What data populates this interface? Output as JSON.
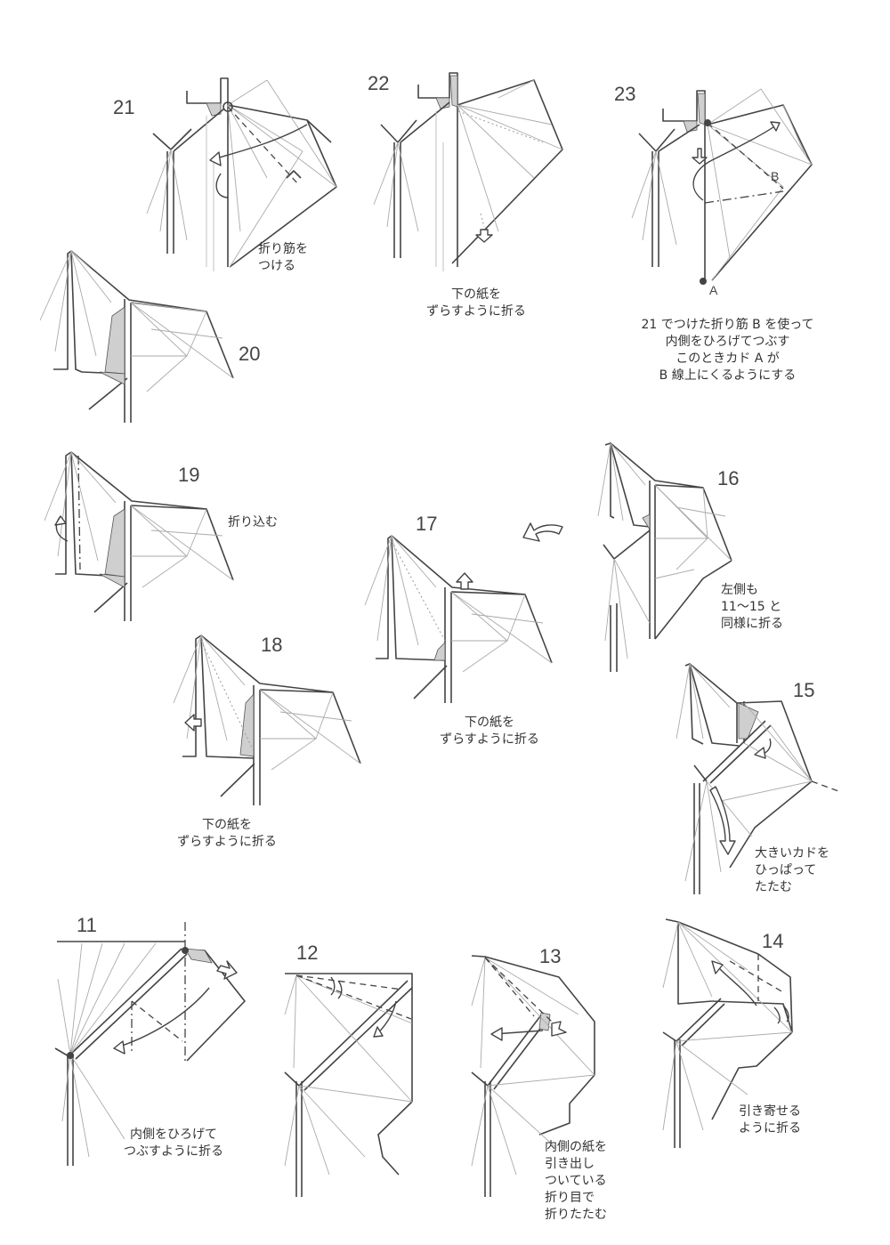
{
  "steps": [
    {
      "id": "21",
      "number": "21",
      "caption": [
        "折り筋を",
        "つける"
      ]
    },
    {
      "id": "22",
      "number": "22",
      "caption": [
        "下の紙を",
        "ずらすように折る"
      ]
    },
    {
      "id": "23",
      "number": "23",
      "caption": [
        "21 でつけた折り筋 B を使って",
        "内側をひろげてつぶす",
        "このときカド A が",
        "B 線上にくるようにする"
      ],
      "labels": {
        "a": "A",
        "b": "B"
      }
    },
    {
      "id": "20",
      "number": "20",
      "caption": []
    },
    {
      "id": "19",
      "number": "19",
      "caption": [
        "折り込む"
      ]
    },
    {
      "id": "17",
      "number": "17",
      "caption": [
        "下の紙を",
        "ずらすように折る"
      ]
    },
    {
      "id": "16",
      "number": "16",
      "caption": [
        "左側も",
        "11～15 と",
        "同様に折る"
      ]
    },
    {
      "id": "18",
      "number": "18",
      "caption": [
        "下の紙を",
        "ずらすように折る"
      ]
    },
    {
      "id": "15",
      "number": "15",
      "caption": [
        "大きいカドを",
        "ひっぱって",
        "たたむ"
      ]
    },
    {
      "id": "11",
      "number": "11",
      "caption": [
        "内側をひろげて",
        "つぶすように折る"
      ]
    },
    {
      "id": "12",
      "number": "12",
      "caption": []
    },
    {
      "id": "13",
      "number": "13",
      "caption": [
        "内側の紙を",
        "引き出し",
        "ついている",
        "折り目で",
        "折りたたむ"
      ]
    },
    {
      "id": "14",
      "number": "14",
      "caption": [
        "引き寄せる",
        "ように折る"
      ]
    }
  ],
  "colors": {
    "line": "#444444",
    "thin_line": "#aaaaaa",
    "shade": "#cfcfcf",
    "background": "#ffffff"
  },
  "icons": {
    "flow_arrow": "curved-hollow-arrow",
    "fold_arrow": "curved-arrow",
    "push_arrow": "hollow-push-arrow"
  }
}
